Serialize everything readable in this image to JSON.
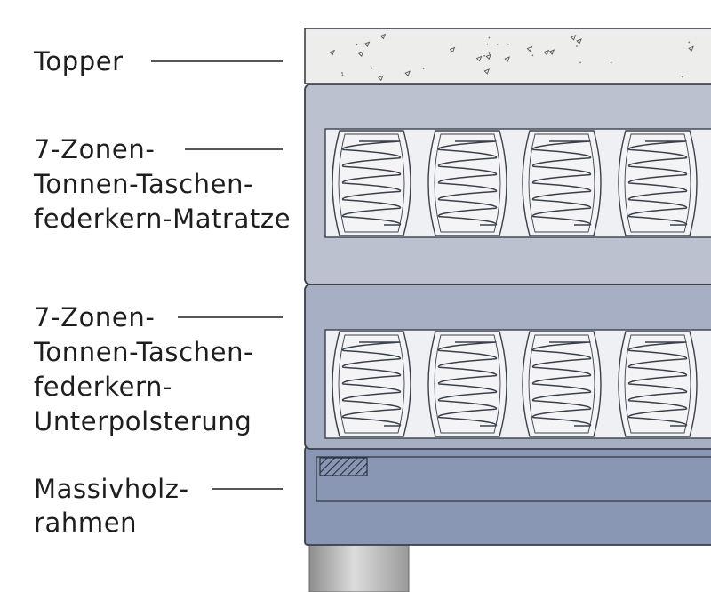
{
  "labels": {
    "topper": [
      "Topper"
    ],
    "mattress": [
      "7-Zonen-",
      "Tonnen-Taschen-",
      "federkern-Matratze"
    ],
    "underpad": [
      "7-Zonen-",
      "Tonnen-Taschen-",
      "federkern-",
      "Unterpolsterung"
    ],
    "frame": [
      "Massivholz-",
      "rahmen"
    ]
  },
  "colors": {
    "text": "#1e1e1e",
    "outline": "#3a3f4a",
    "topper": "#ededeb",
    "mattress": "#bcc1d0",
    "underpad": "#a7afc4",
    "frame": "#8997b4",
    "spring_pocket": "#f4f4f6",
    "foot": "#b8b8b8"
  },
  "components": {
    "springs_per_layer": 5,
    "coils_per_spring": 5
  }
}
